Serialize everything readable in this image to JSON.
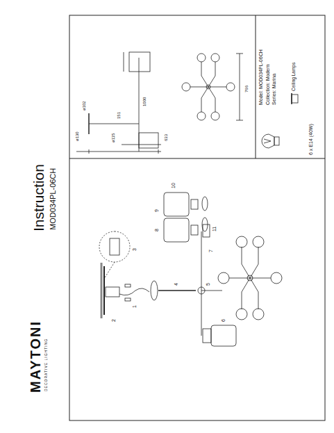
{
  "diagram": {
    "title": "Instruction",
    "nodes": [
      {
        "text": [
          "Model: MOD034PL-06CH",
          "Collection: Modern",
          "Series: Marina"
        ]
      },
      {
        "text": [
          "Ceiling Lamps"
        ]
      }
    ],
    "labels": [
      "MAYTONI",
      "DECORATIVE LIGHTING",
      "MOD034PL-06CH",
      "ø130",
      "ø102",
      "ø115",
      "151",
      "633",
      "1000",
      "766",
      "1",
      "2",
      "3",
      "4",
      "5",
      "6",
      "7",
      "8",
      "9",
      "10",
      "11",
      "6 x E14 (40W)"
    ]
  }
}
